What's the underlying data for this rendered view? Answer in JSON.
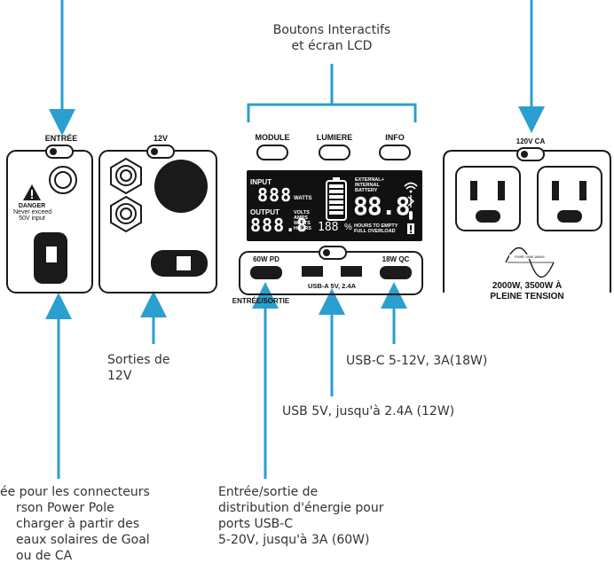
{
  "colors": {
    "arrow": "#2a9fd0",
    "outline": "#1a1a1a",
    "lcd_bg": "#111111",
    "lcd_fg": "#ffffff"
  },
  "top_callout": {
    "line1": "Boutons Interactifs",
    "line2": "et écran LCD"
  },
  "left_panel": {
    "switch_label": "ENTRÉE",
    "danger_title": "DANGER",
    "danger_line1": "Never exceed",
    "danger_line2": "50V  input"
  },
  "twelve_v_panel": {
    "switch_label": "12V"
  },
  "center_panel": {
    "buttons": [
      "MODULE",
      "LUMIERE",
      "INFO"
    ],
    "lcd": {
      "input_label": "INPUT",
      "input_value": "888",
      "watts_label": "WATTS",
      "output_label": "OUTPUT",
      "output_value": "888.8",
      "units": [
        "VOLTS",
        "AMPS",
        "WATTS",
        "HOURS"
      ],
      "percent_value": "188",
      "percent_sign": "%",
      "battery_line1": "EXTERNAL+",
      "battery_line2": "INTERNAL",
      "battery_line3": "BATTERY",
      "main_value": "88.8",
      "status_line1": "HOURS TO EMPTY",
      "status_line2": "FULL  OVERLOAD"
    },
    "port_60w": "60W PD",
    "port_18w": "18W QC",
    "usb_a_label": "USB-A 5V, 2.4A",
    "io_label": "ENTRÉE/SORTIE"
  },
  "ac_panel": {
    "switch_label": "120V CA",
    "sine_label": "PURE SINE WAVE",
    "rating_line1": "2000W, 3500W À",
    "rating_line2": "PLEINE TENSION"
  },
  "callouts": {
    "sorties": {
      "line1": "Sorties de",
      "line2": "12V"
    },
    "usbc_qc": "USB-C 5-12V, 3A(18W)",
    "usb_a": "USB 5V, jusqu'à 2.4A (12W)",
    "entree": {
      "line1": "ée pour les connecteurs",
      "line2": "rson Power Pole",
      "line3": "charger à partir des",
      "line4": "eaux solaires de Goal",
      "line5": "ou de CA"
    },
    "usbc_pd": {
      "line1": "Entrée/sortie de",
      "line2": "distribution d'énergie pour",
      "line3": "ports USB-C",
      "line4": "5-20V, jusqu'à 3A (60W)"
    }
  }
}
